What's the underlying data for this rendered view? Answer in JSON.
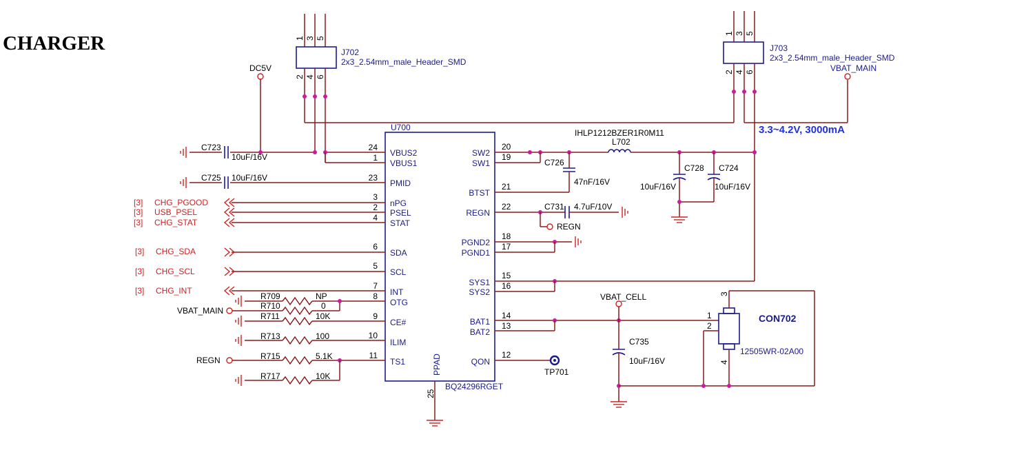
{
  "title": "CHARGER",
  "ic": {
    "ref": "U700",
    "part": "BQ24296RGET",
    "left_pins": [
      {
        "num": "24",
        "name": "VBUS2"
      },
      {
        "num": "1",
        "name": "VBUS1"
      },
      {
        "num": "23",
        "name": "PMID"
      },
      {
        "num": "3",
        "name": "nPG"
      },
      {
        "num": "2",
        "name": "PSEL"
      },
      {
        "num": "4",
        "name": "STAT"
      },
      {
        "num": "6",
        "name": "SDA"
      },
      {
        "num": "5",
        "name": "SCL"
      },
      {
        "num": "7",
        "name": "INT"
      },
      {
        "num": "8",
        "name": "OTG"
      },
      {
        "num": "9",
        "name": "CE#"
      },
      {
        "num": "10",
        "name": "ILIM"
      },
      {
        "num": "11",
        "name": "TS1"
      }
    ],
    "right_pins": [
      {
        "num": "20",
        "name": "SW2"
      },
      {
        "num": "19",
        "name": "SW1"
      },
      {
        "num": "21",
        "name": "BTST"
      },
      {
        "num": "22",
        "name": "REGN"
      },
      {
        "num": "18",
        "name": "PGND2"
      },
      {
        "num": "17",
        "name": "PGND1"
      },
      {
        "num": "15",
        "name": "SYS1"
      },
      {
        "num": "16",
        "name": "SYS2"
      },
      {
        "num": "14",
        "name": "BAT1"
      },
      {
        "num": "13",
        "name": "BAT2"
      },
      {
        "num": "12",
        "name": "QON"
      }
    ],
    "bottom_pin": {
      "num": "25",
      "name": "PPAD"
    }
  },
  "headers": [
    {
      "ref": "J702",
      "part": "2x3_2.54mm_male_Header_SMD",
      "top_pins": [
        "1",
        "3",
        "5"
      ],
      "bottom_pins": [
        "2",
        "4",
        "6"
      ]
    },
    {
      "ref": "J703",
      "part": "2x3_2.54mm_male_Header_SMD",
      "top_pins": [
        "1",
        "3",
        "5"
      ],
      "bottom_pins": [
        "2",
        "4",
        "6"
      ]
    }
  ],
  "power_labels": {
    "dc5v": "DC5V",
    "vbat_main": "VBAT_MAIN",
    "vbat_cell": "VBAT_CELL",
    "regn": "REGN"
  },
  "spec_note": "3.3~4.2V, 3000mA",
  "inductor": {
    "ref": "L702",
    "part": "IHLP1212BZER1R0M11"
  },
  "capacitors": {
    "c723": {
      "ref": "C723",
      "value": "10uF/16V"
    },
    "c725": {
      "ref": "C725",
      "value": "10uF/16V"
    },
    "c726": {
      "ref": "C726",
      "value": "47nF/16V"
    },
    "c728": {
      "ref": "C728",
      "value": "10uF/16V"
    },
    "c724": {
      "ref": "C724",
      "value": "10uF/16V"
    },
    "c731": {
      "ref": "C731",
      "value": "4.7uF/10V"
    },
    "c735": {
      "ref": "C735",
      "value": "10uF/16V"
    }
  },
  "resistors": {
    "r709": {
      "ref": "R709",
      "value": "NP"
    },
    "r710": {
      "ref": "R710",
      "value": "0"
    },
    "r711": {
      "ref": "R711",
      "value": "10K"
    },
    "r713": {
      "ref": "R713",
      "value": "100"
    },
    "r715": {
      "ref": "R715",
      "value": "5.1K"
    },
    "r717": {
      "ref": "R717",
      "value": "10K"
    }
  },
  "off_sheet": [
    {
      "ref": "[3]",
      "name": "CHG_PGOOD"
    },
    {
      "ref": "[3]",
      "name": "USB_PSEL"
    },
    {
      "ref": "[3]",
      "name": "CHG_STAT"
    },
    {
      "ref": "[3]",
      "name": "CHG_SDA"
    },
    {
      "ref": "[3]",
      "name": "CHG_SCL"
    },
    {
      "ref": "[3]",
      "name": "CHG_INT"
    }
  ],
  "left_labels": {
    "vbat_main": "VBAT_MAIN",
    "regn": "REGN"
  },
  "testpoint": {
    "ref": "TP701"
  },
  "connector": {
    "ref": "CON702",
    "part": "12505WR-02A00",
    "pins": [
      "3",
      "1",
      "2",
      "4"
    ]
  }
}
